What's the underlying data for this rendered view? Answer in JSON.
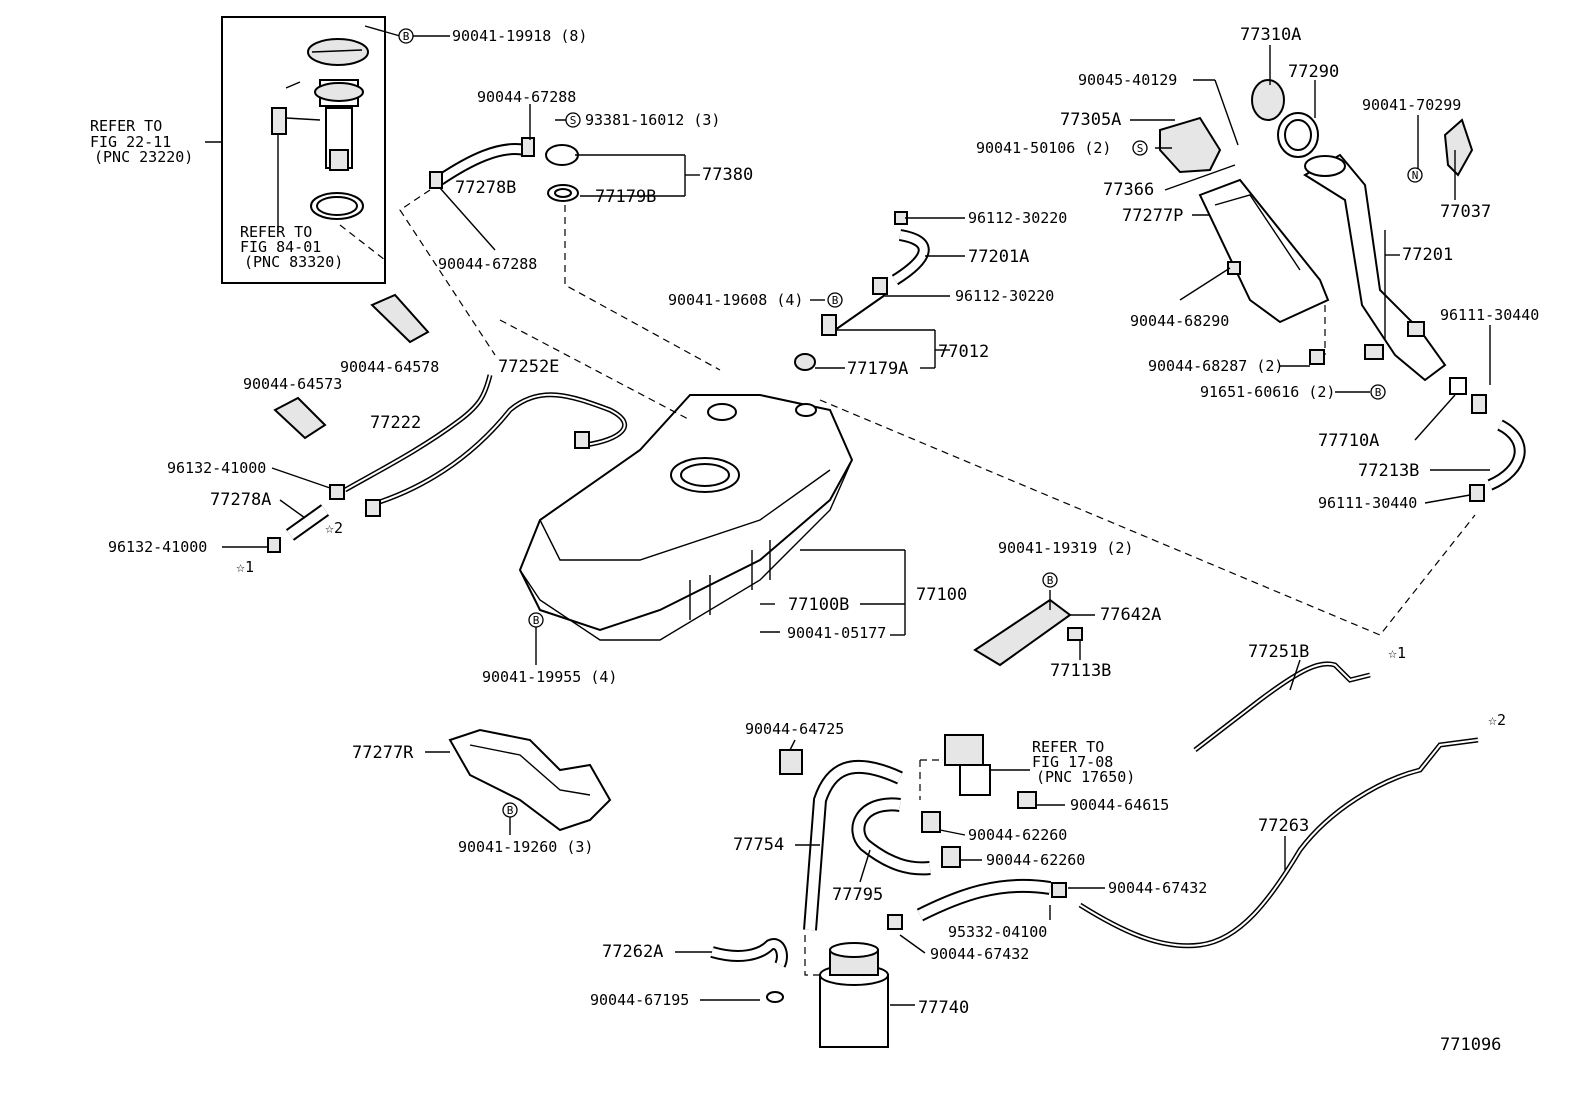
{
  "diagram": {
    "figure_number": "771096",
    "refer_notes": [
      {
        "line1": "REFER TO",
        "line2": "FIG 22-11",
        "line3": "(PNC 23220)"
      },
      {
        "line1": "REFER TO",
        "line2": "FIG 84-01",
        "line3": "(PNC 83320)"
      },
      {
        "line1": "REFER TO",
        "line2": "FIG 17-08",
        "line3": "(PNC 17650)"
      }
    ],
    "labels": [
      "90041-19918 (8)",
      "90044-67288",
      "93381-16012 (3)",
      "77380",
      "77278B",
      "77179B",
      "90044-67288",
      "96112-30220",
      "77201A",
      "96112-30220",
      "90041-19608 (4)",
      "77012",
      "77179A",
      "90044-64578",
      "90044-64573",
      "77252E",
      "77222",
      "96132-41000",
      "77278A",
      "96132-41000",
      "77100",
      "77100B",
      "90041-05177",
      "90041-19955 (4)",
      "90041-19319 (2)",
      "77642A",
      "77113B",
      "77310A",
      "77290",
      "90045-40129",
      "77305A",
      "90041-50106 (2)",
      "77366",
      "77277P",
      "90044-68290",
      "90044-68287 (2)",
      "91651-60616 (2)",
      "90041-70299",
      "77037",
      "77201",
      "96111-30440",
      "77710A",
      "77213B",
      "96111-30440",
      "77251B",
      "77277R",
      "90041-19260 (3)",
      "90044-64725",
      "90044-64615",
      "90044-62260",
      "90044-62260",
      "77754",
      "77795",
      "90044-67432",
      "95332-04100",
      "90044-67432",
      "77263",
      "77262A",
      "90044-67195",
      "77740"
    ],
    "markers": {
      "star1": "☆1",
      "star2": "☆2"
    },
    "symbols": {
      "b": "B",
      "s": "S",
      "n": "N"
    }
  }
}
